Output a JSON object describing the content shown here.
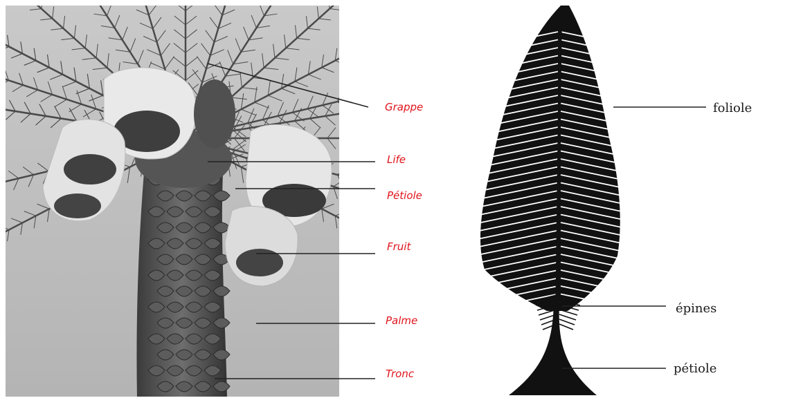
{
  "photo": {
    "labels": {
      "grappe": "Grappe",
      "life": "Life",
      "petiole": "Pétiole",
      "fruit": "Fruit",
      "palme": "Palme",
      "tronc": "Tronc"
    },
    "label_color": "#e0141c"
  },
  "leaf_drawing": {
    "labels": {
      "foliole": "foliole",
      "epines": "épines",
      "petiole": "pétiole"
    }
  }
}
